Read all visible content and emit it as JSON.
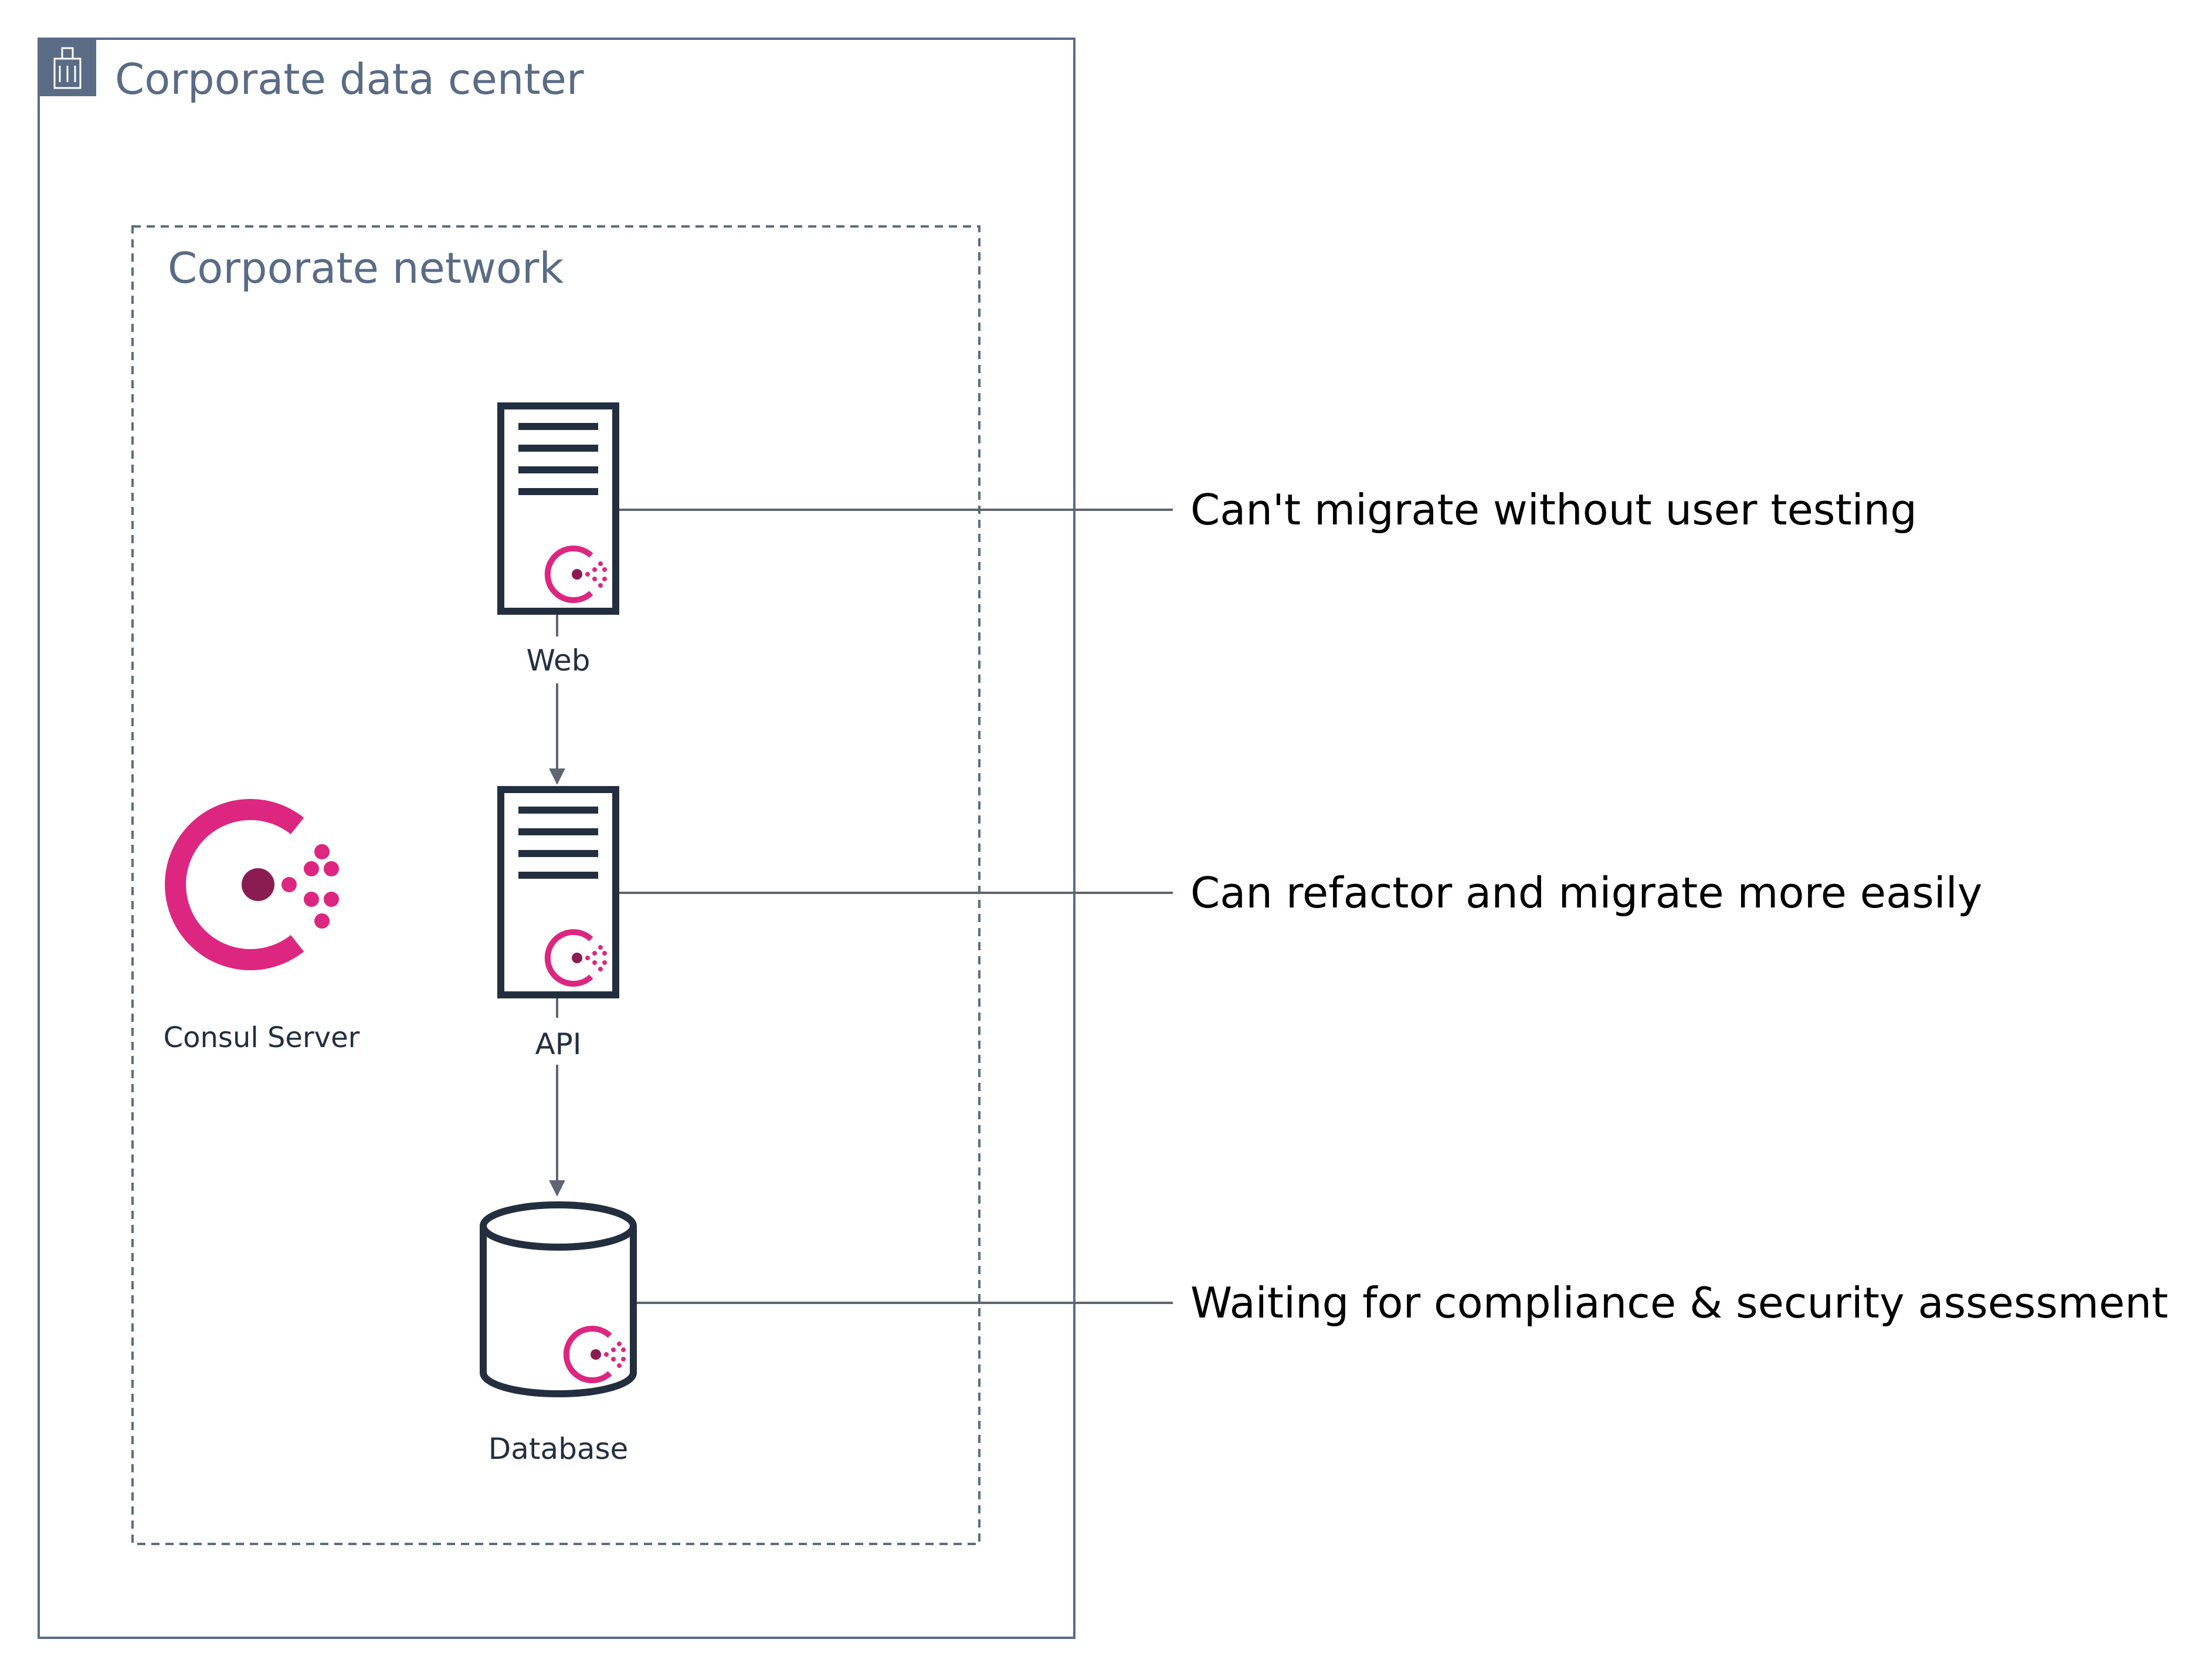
{
  "groups": {
    "data_center": {
      "title": "Corporate data center",
      "icon": "building-icon",
      "border_color": "#5a6b86"
    },
    "network": {
      "title": "Corporate network",
      "border_color": "#5a6b86",
      "border_style": "dashed"
    }
  },
  "nodes": {
    "consul_server": {
      "label": "Consul Server",
      "icon": "consul-logo-icon"
    },
    "web": {
      "label": "Web",
      "icon": "server-icon"
    },
    "api": {
      "label": "API",
      "icon": "server-icon"
    },
    "database": {
      "label": "Database",
      "icon": "database-icon"
    }
  },
  "annotations": {
    "web": "Can't migrate without user testing",
    "api": "Can refactor and migrate more easily",
    "database": "Waiting for compliance & security assessment"
  },
  "colors": {
    "consul_pink": "#dc267f",
    "consul_dark": "#8a1c52",
    "outline": "#232f3e",
    "group_border": "#5a6b86",
    "connector": "#5f6672"
  }
}
